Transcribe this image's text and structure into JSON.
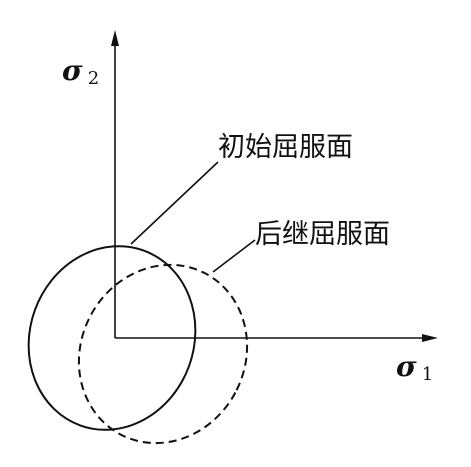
{
  "axes": {
    "vertical": {
      "symbol": "σ",
      "subscript": "2"
    },
    "horizontal": {
      "symbol": "σ",
      "subscript": "1"
    }
  },
  "labels": {
    "initial_yield_surface": "初始屈服面",
    "subsequent_yield_surface": "后继屈服面"
  },
  "styles": {
    "initial_surface": "solid",
    "subsequent_surface": "dashed",
    "line_color": "#111111",
    "background": "#ffffff"
  }
}
